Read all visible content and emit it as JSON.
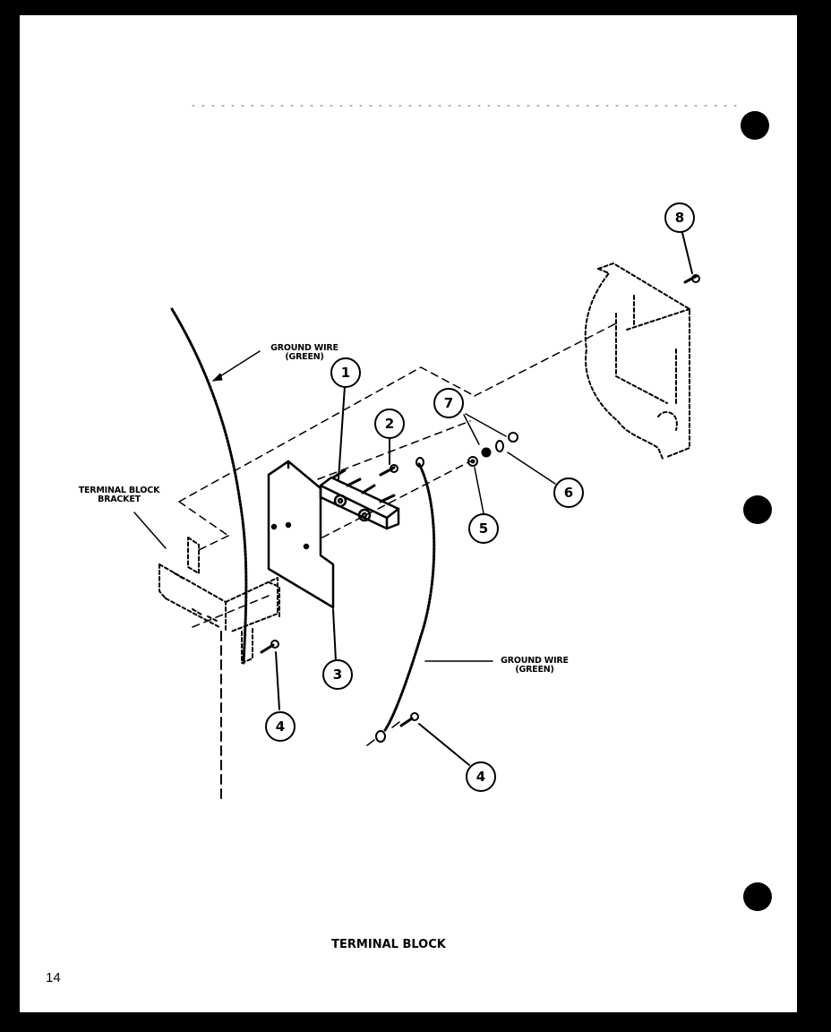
{
  "diagram": {
    "title": "TERMINAL BLOCK",
    "page_number": "14",
    "labels": {
      "ground_wire_top": {
        "line1": "GROUND WIRE",
        "line2": "(GREEN)"
      },
      "ground_wire_bottom": {
        "line1": "GROUND WIRE",
        "line2": "(GREEN)"
      },
      "terminal_block_bracket": {
        "line1": "TERMINAL BLOCK",
        "line2": "BRACKET"
      }
    },
    "callouts": [
      {
        "id": "1",
        "label": "1"
      },
      {
        "id": "2",
        "label": "2"
      },
      {
        "id": "3",
        "label": "3"
      },
      {
        "id": "4a",
        "label": "4"
      },
      {
        "id": "4b",
        "label": "4"
      },
      {
        "id": "5",
        "label": "5"
      },
      {
        "id": "6",
        "label": "6"
      },
      {
        "id": "7",
        "label": "7"
      },
      {
        "id": "8",
        "label": "8"
      }
    ],
    "colors": {
      "ink": "#000000",
      "paper": "#ffffff",
      "border": "#000000"
    }
  }
}
